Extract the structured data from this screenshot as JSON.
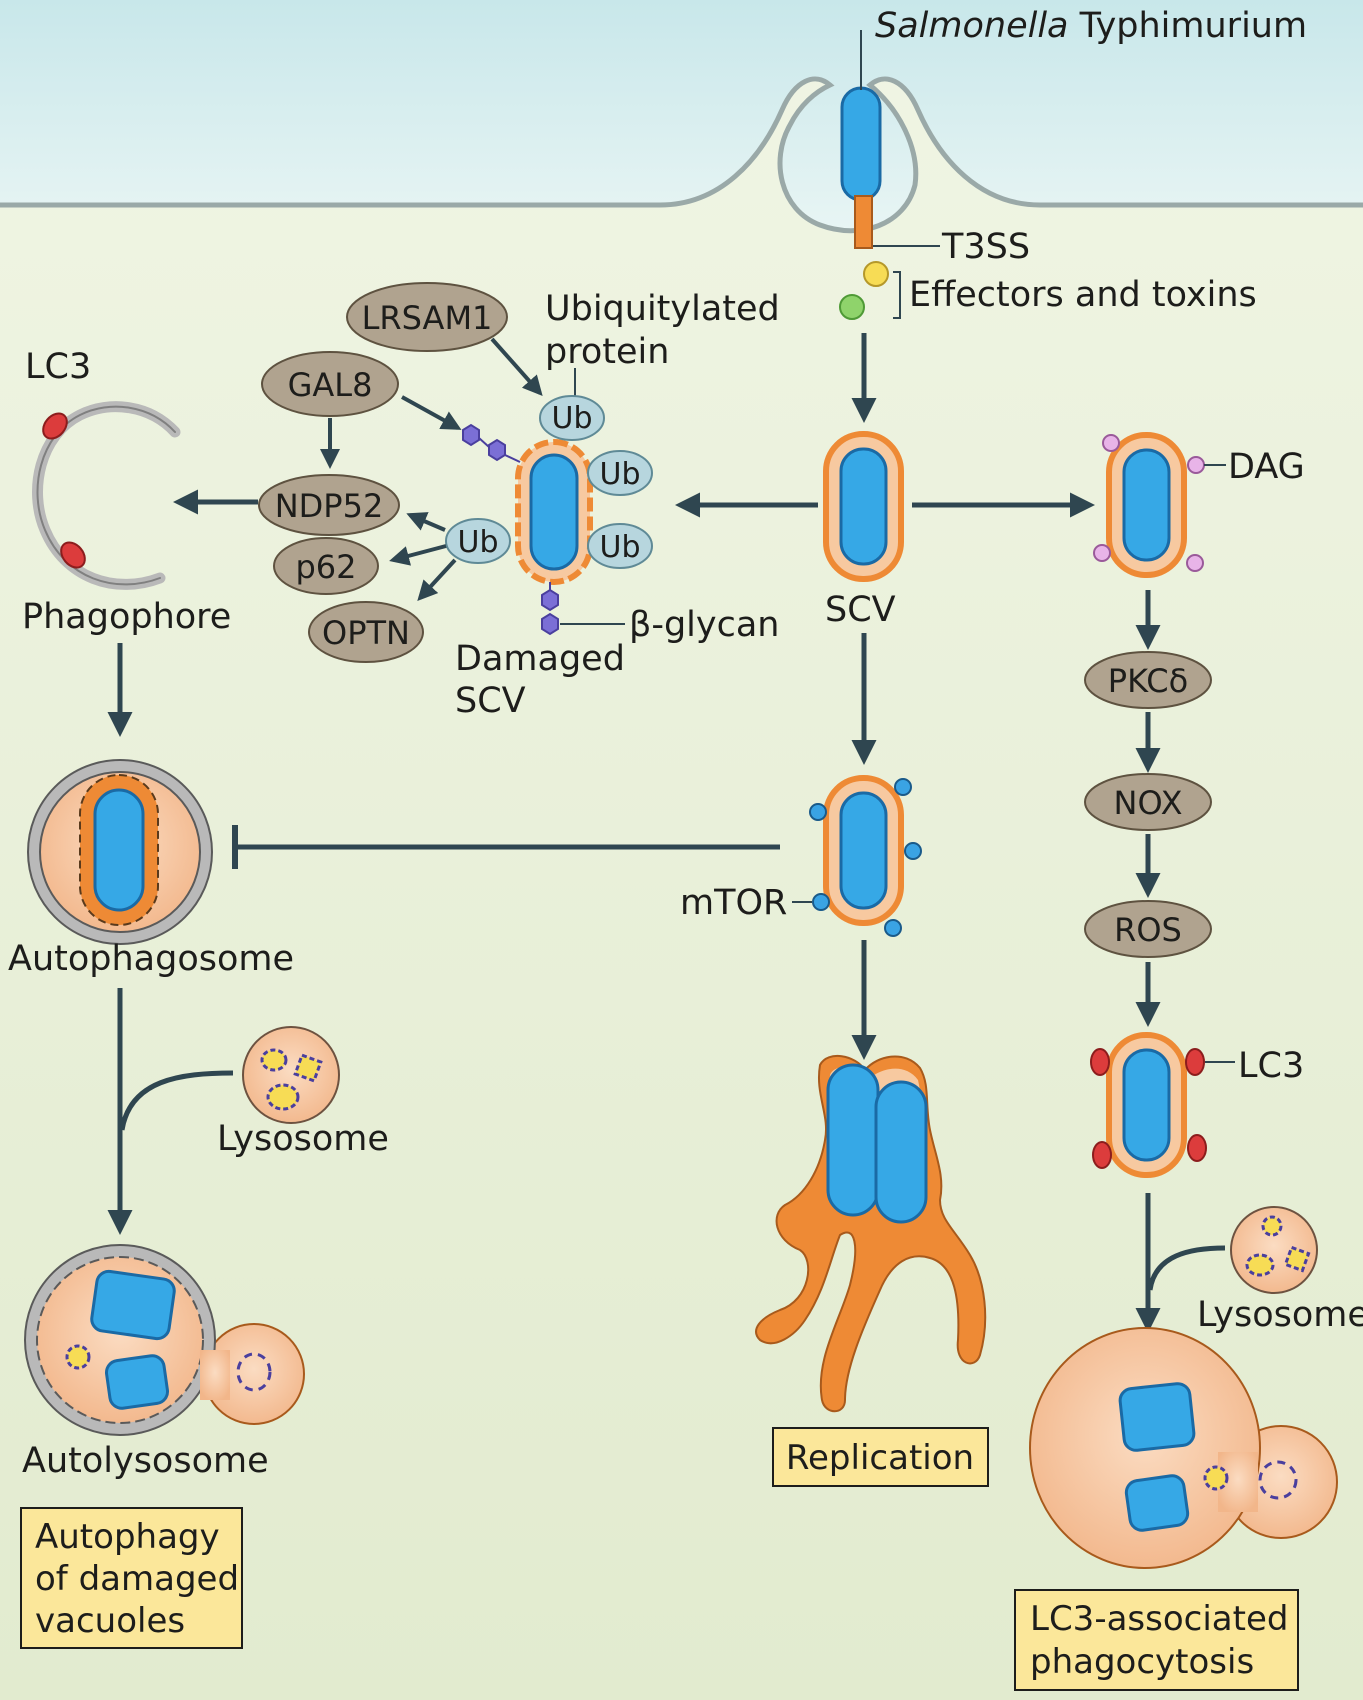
{
  "organism": {
    "italic": "Salmonella",
    "rest": " Typhimurium"
  },
  "labels": {
    "t3ss": "T3SS",
    "effectors": "Effectors and toxins",
    "ubiquitylated_1": "Ubiquitylated",
    "ubiquitylated_2": "protein",
    "lc3_top": "LC3",
    "phagophore": "Phagophore",
    "damaged_1": "Damaged",
    "damaged_2": "SCV",
    "beta_glycan": "β-glycan",
    "scv": "SCV",
    "dag": "DAG",
    "mtor": "mTOR",
    "autophagosome": "Autophagosome",
    "lysosome_left": "Lysosome",
    "autolysosome": "Autolysosome",
    "lc3_right": "LC3",
    "lysosome_right": "Lysosome"
  },
  "proteins": {
    "lrsam1": "LRSAM1",
    "gal8": "GAL8",
    "ndp52": "NDP52",
    "p62": "p62",
    "optn": "OPTN",
    "pkcd": "PKCδ",
    "nox": "NOX",
    "ros": "ROS"
  },
  "ub": "Ub",
  "outcomes": {
    "autophagy": [
      "Autophagy",
      "of damaged",
      "vacuoles"
    ],
    "replication": "Replication",
    "lap": [
      "LC3-associated",
      "phagocytosis"
    ]
  },
  "colors": {
    "extracellular": "#d4ecec",
    "cytoplasm": "#e7efd7",
    "bacterium": "#36a8e6",
    "vacuole": "#ee8a35",
    "vacuole_light": "#f7c9a0",
    "protein": "#b0a38f",
    "ub": "#b7d6de",
    "lc3": "#dc3c3c",
    "arrow": "#2f4650",
    "outcome_box": "#fbe79a"
  }
}
